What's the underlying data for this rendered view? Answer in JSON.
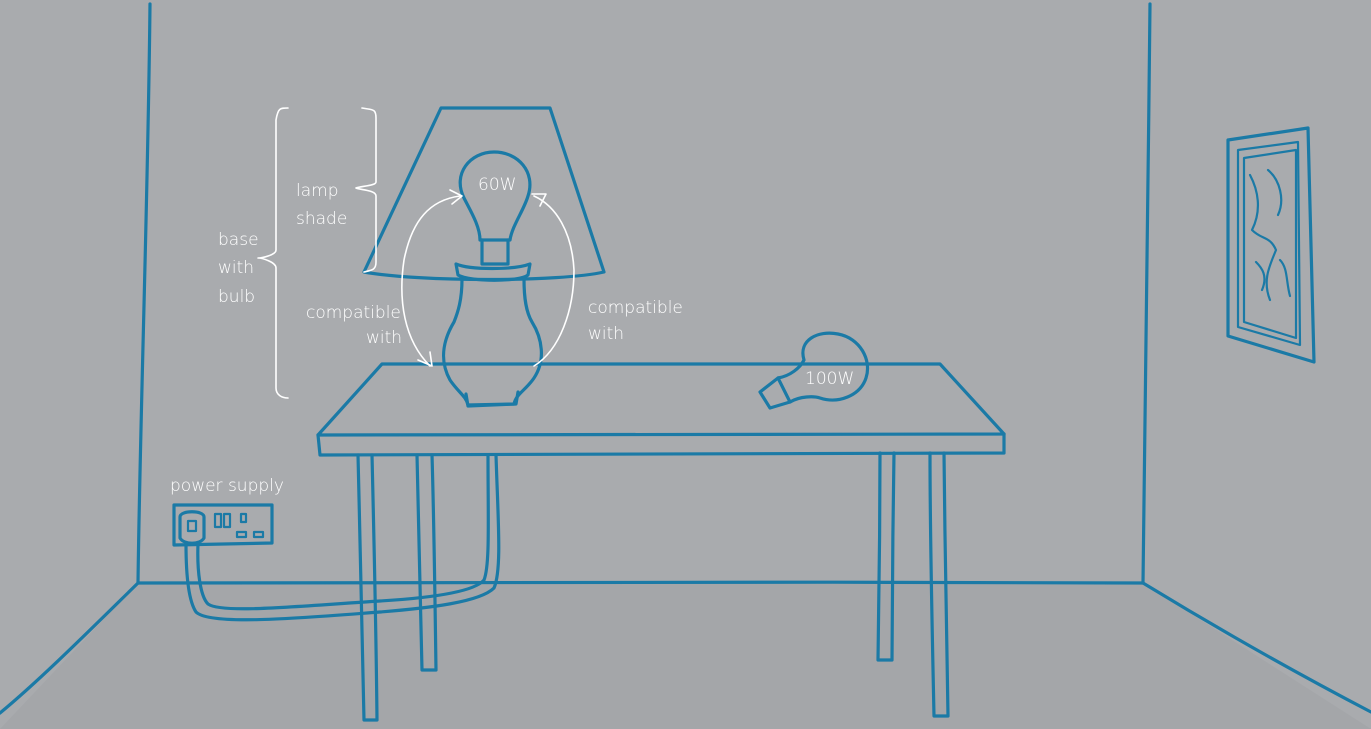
{
  "colors": {
    "wall": "#a9abae",
    "floor": "#a4a6a9",
    "ink": "#1b7aa6",
    "annotation": "#ffffff"
  },
  "labels": {
    "bulb_fitted": "60W",
    "bulb_spare": "100W",
    "lamp_shade_line1": "lamp",
    "lamp_shade_line2": "shade",
    "base_line1": "base",
    "base_line2": "with",
    "base_line3": "bulb",
    "compatible_left_line1": "compatible",
    "compatible_left_line2": "with",
    "compatible_right_line1": "compatible",
    "compatible_right_line2": "with",
    "power_supply": "power supply"
  }
}
